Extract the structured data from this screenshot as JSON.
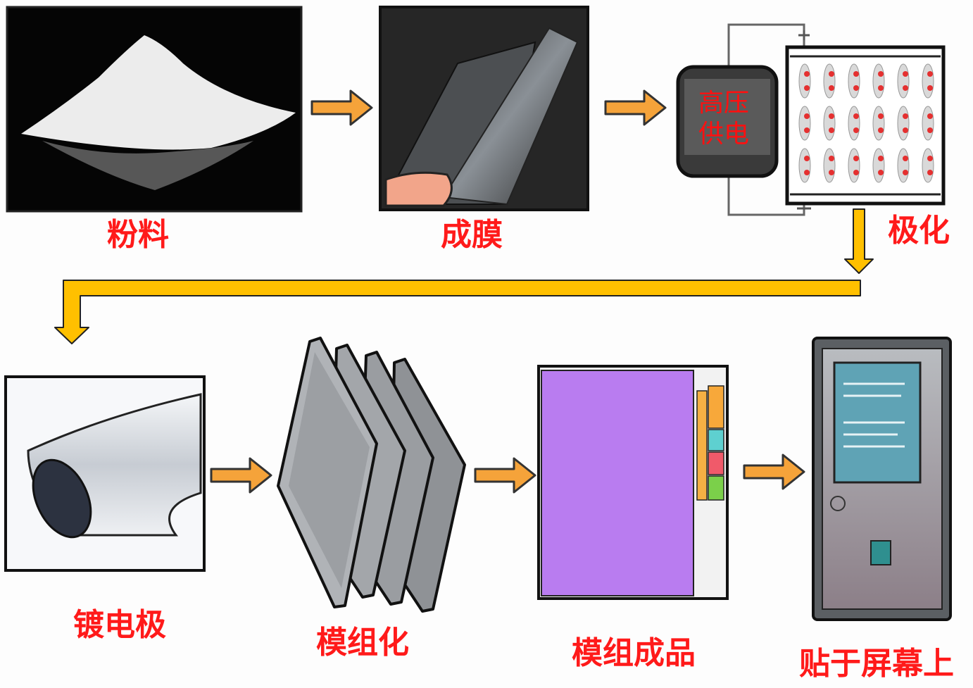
{
  "steps": {
    "powder": "粉料",
    "film": "成膜",
    "power_supply_line1": "高压",
    "power_supply_line2": "供电",
    "polarization": "极化",
    "electrode_plating": "镀电极",
    "modularization": "模组化",
    "finished_module": "模组成品",
    "attach_to_screen": "贴于屏幕上"
  },
  "colors": {
    "label_red": "#ff1a1a",
    "step_arrow_orange": "#f5a33a",
    "connector_yellow": "#ffc000",
    "module_purple": "#b97cf0"
  }
}
